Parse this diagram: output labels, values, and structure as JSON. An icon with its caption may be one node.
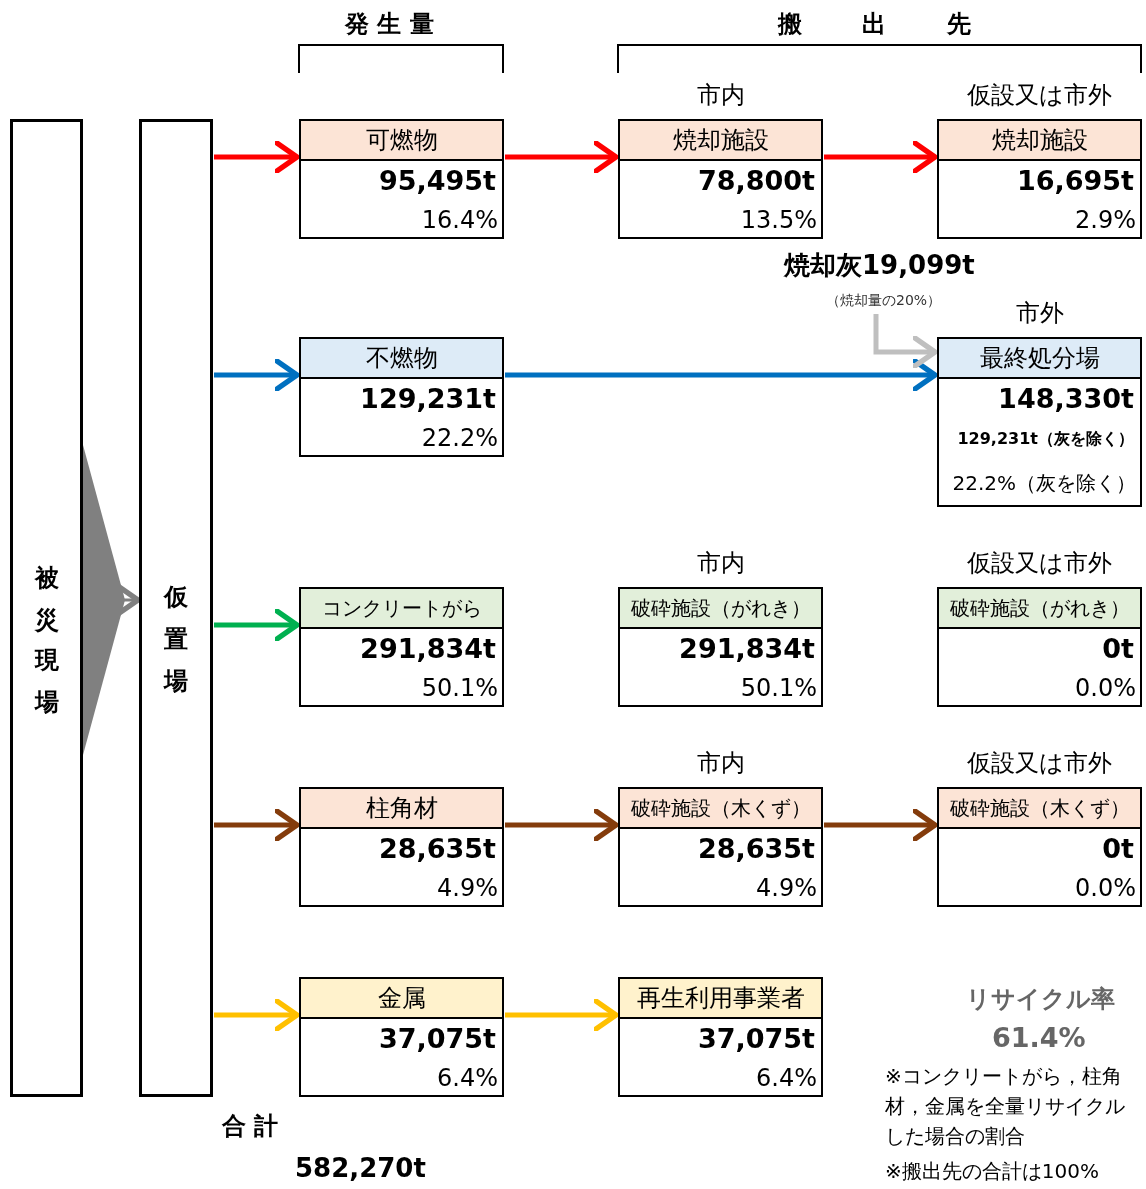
{
  "diagram": {
    "nodes": [
      {
        "text": [
          "被災現場"
        ]
      },
      {
        "text": [
          "仮置場"
        ]
      },
      {
        "text": [
          "可燃物",
          "95,495t",
          "16.4%"
        ]
      },
      {
        "text": [
          "市内",
          "焼却施設",
          "78,800t",
          "13.5%"
        ]
      },
      {
        "text": [
          "仮設又は市外",
          "焼却施設",
          "16,695t",
          "2.9%"
        ]
      },
      {
        "text": [
          "不燃物",
          "129,231t",
          "22.2%"
        ]
      },
      {
        "text": [
          "市外",
          "最終処分場",
          "148,330t",
          "129,231t（灰を除く）",
          "22.2%（灰を除く）"
        ]
      },
      {
        "text": [
          "焼却灰19,099t",
          "（焼却量の20%）"
        ]
      },
      {
        "text": [
          "コンクリートがら",
          "291,834t",
          "50.1%"
        ]
      },
      {
        "text": [
          "市内",
          "破砕施設（がれき）",
          "291,834t",
          "50.1%"
        ]
      },
      {
        "text": [
          "仮設又は市外",
          "破砕施設（がれき）",
          "0t",
          "0.0%"
        ]
      },
      {
        "text": [
          "柱角材",
          "28,635t",
          "4.9%"
        ]
      },
      {
        "text": [
          "市内",
          "破砕施設（木くず）",
          "28,635t",
          "4.9%"
        ]
      },
      {
        "text": [
          "仮設又は市外",
          "破砕施設（木くず）",
          "0t",
          "0.0%"
        ]
      },
      {
        "text": [
          "金属",
          "37,075t",
          "6.4%"
        ]
      },
      {
        "text": [
          "再生利用事業者",
          "37,075t",
          "6.4%"
        ]
      }
    ],
    "edges": [
      {
        "from": 0,
        "to": 1,
        "arrow": "to",
        "color": "#808080"
      },
      {
        "from": 1,
        "to": 2,
        "arrow": "to",
        "color": "#ff0000"
      },
      {
        "from": 2,
        "to": 3,
        "arrow": "to",
        "color": "#ff0000"
      },
      {
        "from": 3,
        "to": 4,
        "arrow": "to",
        "color": "#ff0000"
      },
      {
        "from": 1,
        "to": 5,
        "arrow": "to",
        "color": "#0070c0"
      },
      {
        "from": 5,
        "to": 6,
        "arrow": "to",
        "color": "#0070c0"
      },
      {
        "from": 7,
        "to": 6,
        "arrow": "to",
        "color": "#bfbfbf"
      },
      {
        "from": 1,
        "to": 8,
        "arrow": "to",
        "color": "#00b050"
      },
      {
        "from": 1,
        "to": 11,
        "arrow": "to",
        "color": "#843c0c"
      },
      {
        "from": 11,
        "to": 12,
        "arrow": "to",
        "color": "#843c0c"
      },
      {
        "from": 12,
        "to": 13,
        "arrow": "to",
        "color": "#843c0c"
      },
      {
        "from": 1,
        "to": 14,
        "arrow": "to",
        "color": "#ffc000"
      },
      {
        "from": 14,
        "to": 15,
        "arrow": "to",
        "color": "#ffc000"
      }
    ],
    "labels": [
      "発 生 量",
      "搬 出 先",
      "合 計",
      "582,270t",
      "リサイクル率",
      "61.4%",
      "※コンクリートがら，柱角材，金属を全量リサイクルした場合の割合",
      "※搬出先の合計は100%"
    ]
  }
}
